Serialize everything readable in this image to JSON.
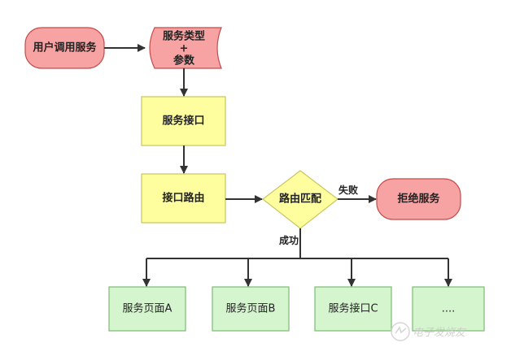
{
  "nodes": {
    "user_call": "用户调用服务",
    "service_type_line1": "服务类型",
    "service_type_line2": "+",
    "service_type_line3": "参数",
    "service_interface": "服务接口",
    "interface_routing": "接口路由",
    "route_match": "路由匹配",
    "reject_service": "拒绝服务",
    "page_a": "服务页面A",
    "page_b": "服务页面B",
    "interface_c": "服务接口C",
    "more": "...."
  },
  "edges": {
    "fail": "失败",
    "success": "成功"
  },
  "watermark": {
    "text": "电子发烧友"
  },
  "colors": {
    "red_fill": "#f8a3a3",
    "red_stroke": "#c44b4b",
    "yellow_fill": "#fefe9f",
    "yellow_stroke": "#c9c660",
    "green_fill": "#d5f5cf",
    "green_stroke": "#7dbb74",
    "line": "#333333"
  }
}
